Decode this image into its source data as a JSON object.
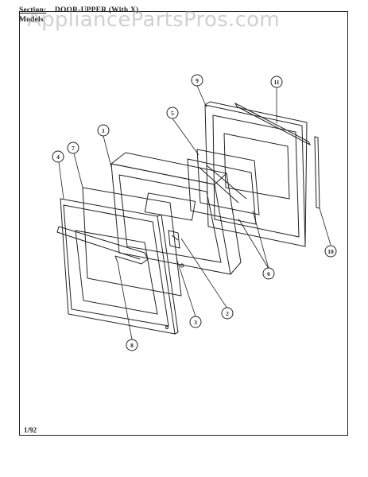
{
  "header": {
    "section_label": "Section:",
    "section_value": "DOOR-UPPER (With X)",
    "model_label": "Models"
  },
  "watermark": "AppliancePartsPros.com",
  "footer": {
    "date": "1/92"
  },
  "callouts": [
    "1",
    "2",
    "3",
    "4",
    "5",
    "6",
    "7",
    "8",
    "9",
    "10",
    "11"
  ],
  "colors": {
    "line": "#222222",
    "watermark": "#969696"
  }
}
